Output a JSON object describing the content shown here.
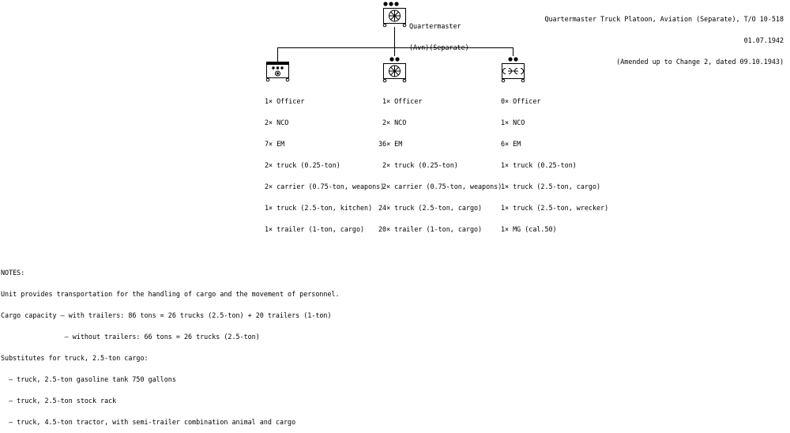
{
  "header": {
    "title_lines": [
      "Quartermaster Truck Platoon, Aviation (Separate), T/O 10-518",
      "01.07.1942",
      "(Amended up to Change 2, dated 09.10.1943)"
    ]
  },
  "hq": {
    "label_lines": [
      "Quartermaster",
      "(Avn)(Separate)"
    ],
    "symbol": "truck-wheel-symbol"
  },
  "units": [
    {
      "symbol": "headquarters-wheel-symbol",
      "lines": [
        "1× Officer",
        "2× NCO",
        "7× EM",
        "2× truck (0.25-ton)",
        "2× carrier (0.75-ton, weapons)",
        "1× truck (2.5-ton, kitchen)",
        "1× trailer (1-ton, cargo)"
      ]
    },
    {
      "symbol": "truck-wheel-symbol",
      "lines": [
        "1× Officer",
        "2× NCO",
        "36× EM",
        "2× truck (0.25-ton)",
        "2× carrier (0.75-ton, weapons)",
        "24× truck (2.5-ton, cargo)",
        "20× trailer (1-ton, cargo)"
      ]
    },
    {
      "symbol": "maintenance-wrench-symbol",
      "lines": [
        "0× Officer",
        "1× NCO",
        "6× EM",
        "1× truck (0.25-ton)",
        "1× truck (2.5-ton, cargo)",
        "1× truck (2.5-ton, wrecker)",
        "1× MG (cal.50)"
      ]
    }
  ],
  "notes": {
    "lines": [
      "NOTES:",
      "Unit provides transportation for the handling of cargo and the movement of personnel.",
      "Cargo capacity — with trailers: 86 tons = 26 trucks (2.5-ton) + 20 trailers (1-ton)",
      "                — without trailers: 66 tons = 26 trucks (2.5-ton)",
      "Substitutes for truck, 2.5-ton cargo:",
      "  — truck, 2.5-ton gasoline tank 750 gallons",
      "  — truck, 2.5-ton stock rack",
      "  — truck, 4.5-ton tractor, with semi-trailer combination animal and cargo"
    ]
  }
}
